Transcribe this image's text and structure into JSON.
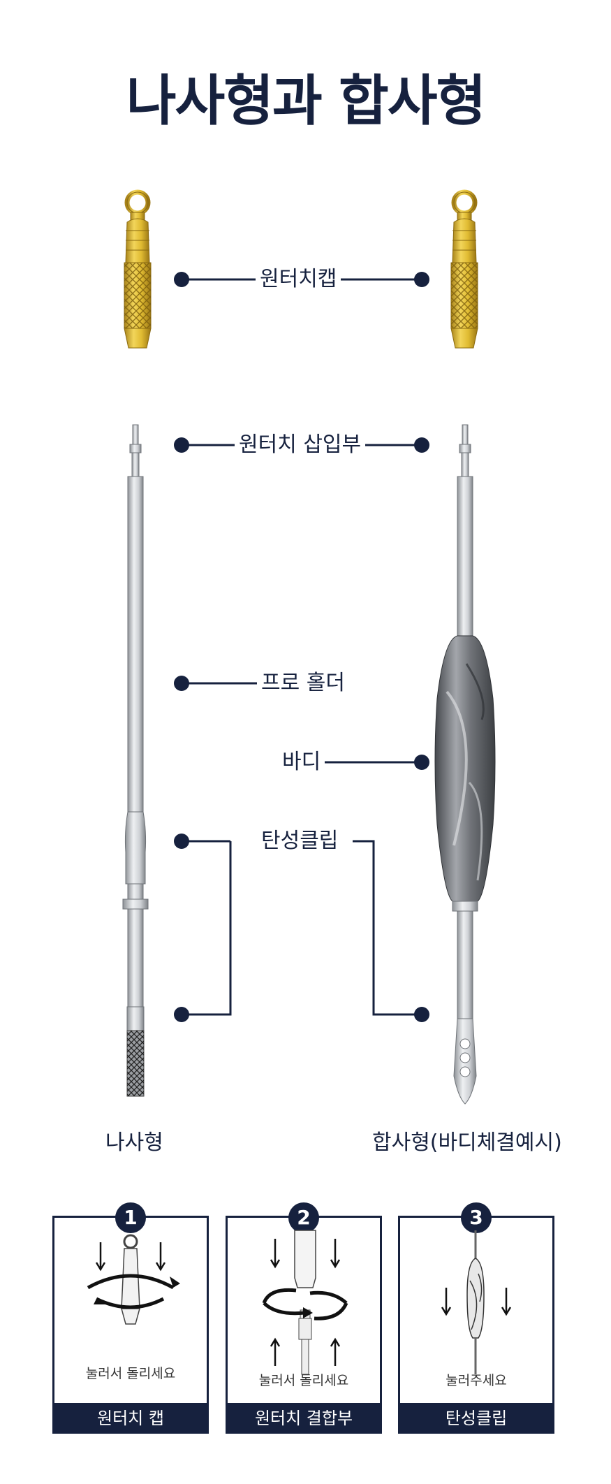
{
  "title": "나사형과 합사형",
  "labels": {
    "cap": "원터치캡",
    "insert": "원터치 삽입부",
    "holder": "프로 홀더",
    "body": "바디",
    "clip": "탄성클립"
  },
  "captions": {
    "left": "나사형",
    "right": "합사형(바디체결예시)"
  },
  "steps": [
    {
      "number": "1",
      "hint": "눌러서 돌리세요",
      "footer": "원터치 캡"
    },
    {
      "number": "2",
      "hint": "눌러서 돌리세요",
      "footer": "원터치 결합부"
    },
    {
      "number": "3",
      "hint": "눌러주세요",
      "footer": "탄성클립"
    }
  ],
  "colors": {
    "navy": "#16213e",
    "gold": "#d8b12a",
    "silver": "#bfc3c7",
    "body_gray": "#6d7075"
  }
}
